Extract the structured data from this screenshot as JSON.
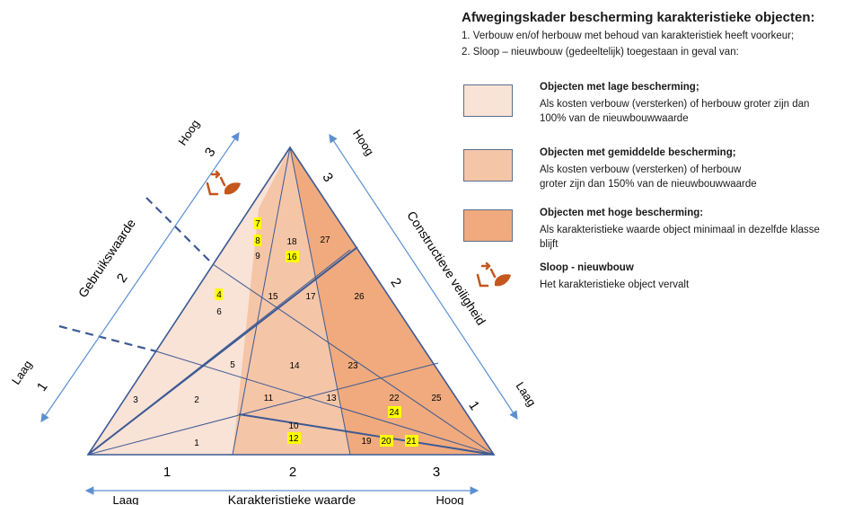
{
  "legend": {
    "title": "Afwegingskader bescherming karakteristieke objecten:",
    "rule_1": "1.  Verbouw en/of herbouw met behoud van karakteristiek heeft voorkeur;",
    "rule_2": "2.  Sloop – nieuwbouw (gedeeltelijk) toegestaan in geval van:",
    "items": [
      {
        "heading": "Objecten met lage bescherming;",
        "line1": "Als kosten verbouw (versterken) of herbouw groter zijn dan",
        "line2": "100% van de nieuwbouwwaarde",
        "color": "#f9e2d6"
      },
      {
        "heading": "Objecten met gemiddelde bescherming;",
        "line1": "Als kosten verbouw (versterken) of herbouw",
        "line2": "groter zijn dan 150% van de nieuwbouwwaarde",
        "color": "#f5c5a7"
      },
      {
        "heading": "Objecten met hoge bescherming:",
        "line1": "Als karakteristieke waarde object minimaal in dezelfde klasse",
        "line2": "blijft",
        "color": "#f0aa7d"
      },
      {
        "heading": "Sloop - nieuwbouw",
        "line1": "Het karakteristieke object vervalt",
        "line2": "",
        "icon": "recycle-leaf-icon"
      }
    ]
  },
  "axes": {
    "left": {
      "label": "Gebruikswaarde",
      "high": "Hoog",
      "low": "Laag",
      "class_1": "1",
      "class_2": "2",
      "class_3": "3"
    },
    "right": {
      "label": "Constructieve veiligheid",
      "high": "Hoog",
      "low": "Laag",
      "class_1": "1",
      "class_2": "2",
      "class_3": "3"
    },
    "bottom": {
      "label": "Karakteristieke waarde",
      "high": "Hoog",
      "low": "Laag",
      "class_1": "1",
      "class_2": "2",
      "class_3": "3"
    }
  },
  "cells": {
    "c1": "1",
    "c2": "2",
    "c3": "3",
    "c4": "4",
    "c5": "5",
    "c6": "6",
    "c7": "7",
    "c8": "8",
    "c9": "9",
    "c10": "10",
    "c11": "11",
    "c12": "12",
    "c13": "13",
    "c14": "14",
    "c15": "15",
    "c16": "16",
    "c17": "17",
    "c18": "18",
    "c19": "19",
    "c20": "20",
    "c21": "21",
    "c22": "22",
    "c23": "23",
    "c24": "24",
    "c25": "25",
    "c26": "26",
    "c27": "27"
  },
  "highlighted_cells": [
    "4",
    "7",
    "8",
    "12",
    "16",
    "20",
    "21",
    "24"
  ],
  "colors": {
    "low": "#f9e2d6",
    "medium": "#f5c5a7",
    "high": "#f0aa7d",
    "line": "#3c5a94",
    "highlight": "#ffff00",
    "icon": "#c4561e",
    "arrow": "#5b8fd1"
  }
}
